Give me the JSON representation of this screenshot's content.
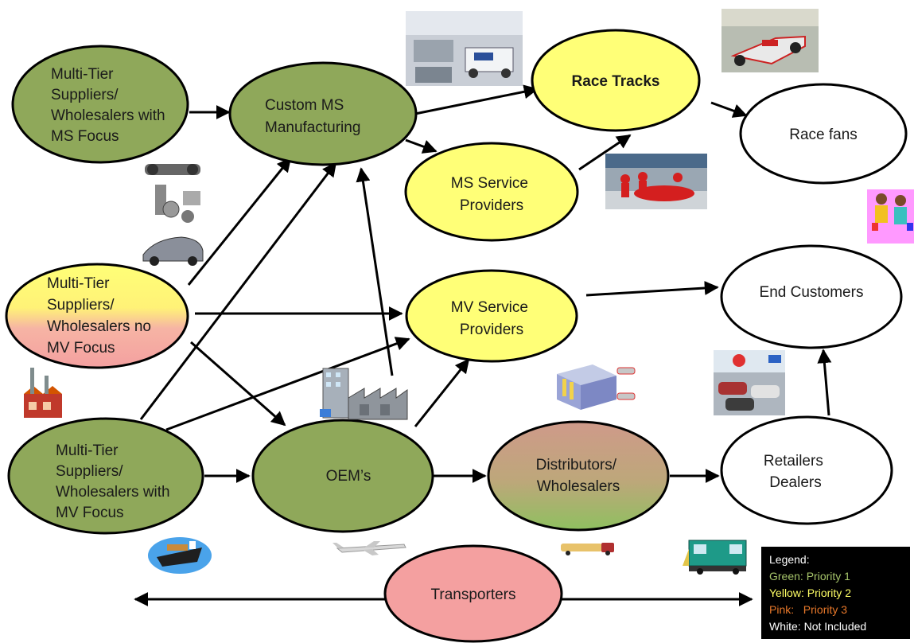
{
  "nodes": {
    "mt_ms": [
      "Multi-Tier",
      "Suppliers/",
      "Wholesalers with",
      "MS Focus"
    ],
    "mt_no": [
      "Multi-Tier",
      "Suppliers/",
      "Wholesalers no",
      "MV Focus"
    ],
    "mt_mv": [
      "Multi-Tier",
      "Suppliers/",
      "Wholesalers with",
      "MV Focus"
    ],
    "custom_ms": [
      "Custom MS",
      "Manufacturing"
    ],
    "race_tracks": [
      "Race Tracks"
    ],
    "race_fans": [
      "Race fans"
    ],
    "ms_service": [
      "MS Service",
      "Providers"
    ],
    "mv_service": [
      "MV Service",
      "Providers"
    ],
    "end_customers": [
      "End Customers"
    ],
    "oems": [
      "OEM’s"
    ],
    "distributors": [
      "Distributors/",
      "Wholesalers"
    ],
    "retailers": [
      "Retailers",
      "Dealers"
    ],
    "transporters": [
      "Transporters"
    ]
  },
  "legend": {
    "title": "Legend:",
    "entries": [
      {
        "key": "Green: ",
        "value": "Priority 1",
        "key_color": "#a6c46a",
        "value_color": "#a6c46a"
      },
      {
        "key": "Yellow: ",
        "value": "Priority 2",
        "key_color": "#ffff66",
        "value_color": "#ffff66"
      },
      {
        "key": "Pink:   ",
        "value": "Priority 3",
        "key_color": "#e8782a",
        "value_color": "#e8782a"
      },
      {
        "key": "White: ",
        "value": "Not Included",
        "key_color": "#ffffff",
        "value_color": "#ffffff"
      }
    ]
  },
  "colors": {
    "green": "#8fa85a",
    "yellow": "#ffff77",
    "pink": "#f4a0a0",
    "white": "#ffffff",
    "stroke": "#000000"
  },
  "pictures": {
    "workshop": "race-car-workshop-photo",
    "racecar": "race-car-photo",
    "pitcrew": "pit-crew-photo",
    "shoppers": "shoppers-clipart",
    "parts": "automotive-parts-clipart",
    "factory_small": "factory-icon",
    "factory_big": "factory-building-clipart",
    "warehouse": "distribution-warehouse-clipart",
    "dealership": "car-dealership-photo",
    "ship": "cargo-ship-clipart",
    "plane": "airplane-clipart",
    "truck": "truck-clipart",
    "train": "locomotive-clipart"
  }
}
